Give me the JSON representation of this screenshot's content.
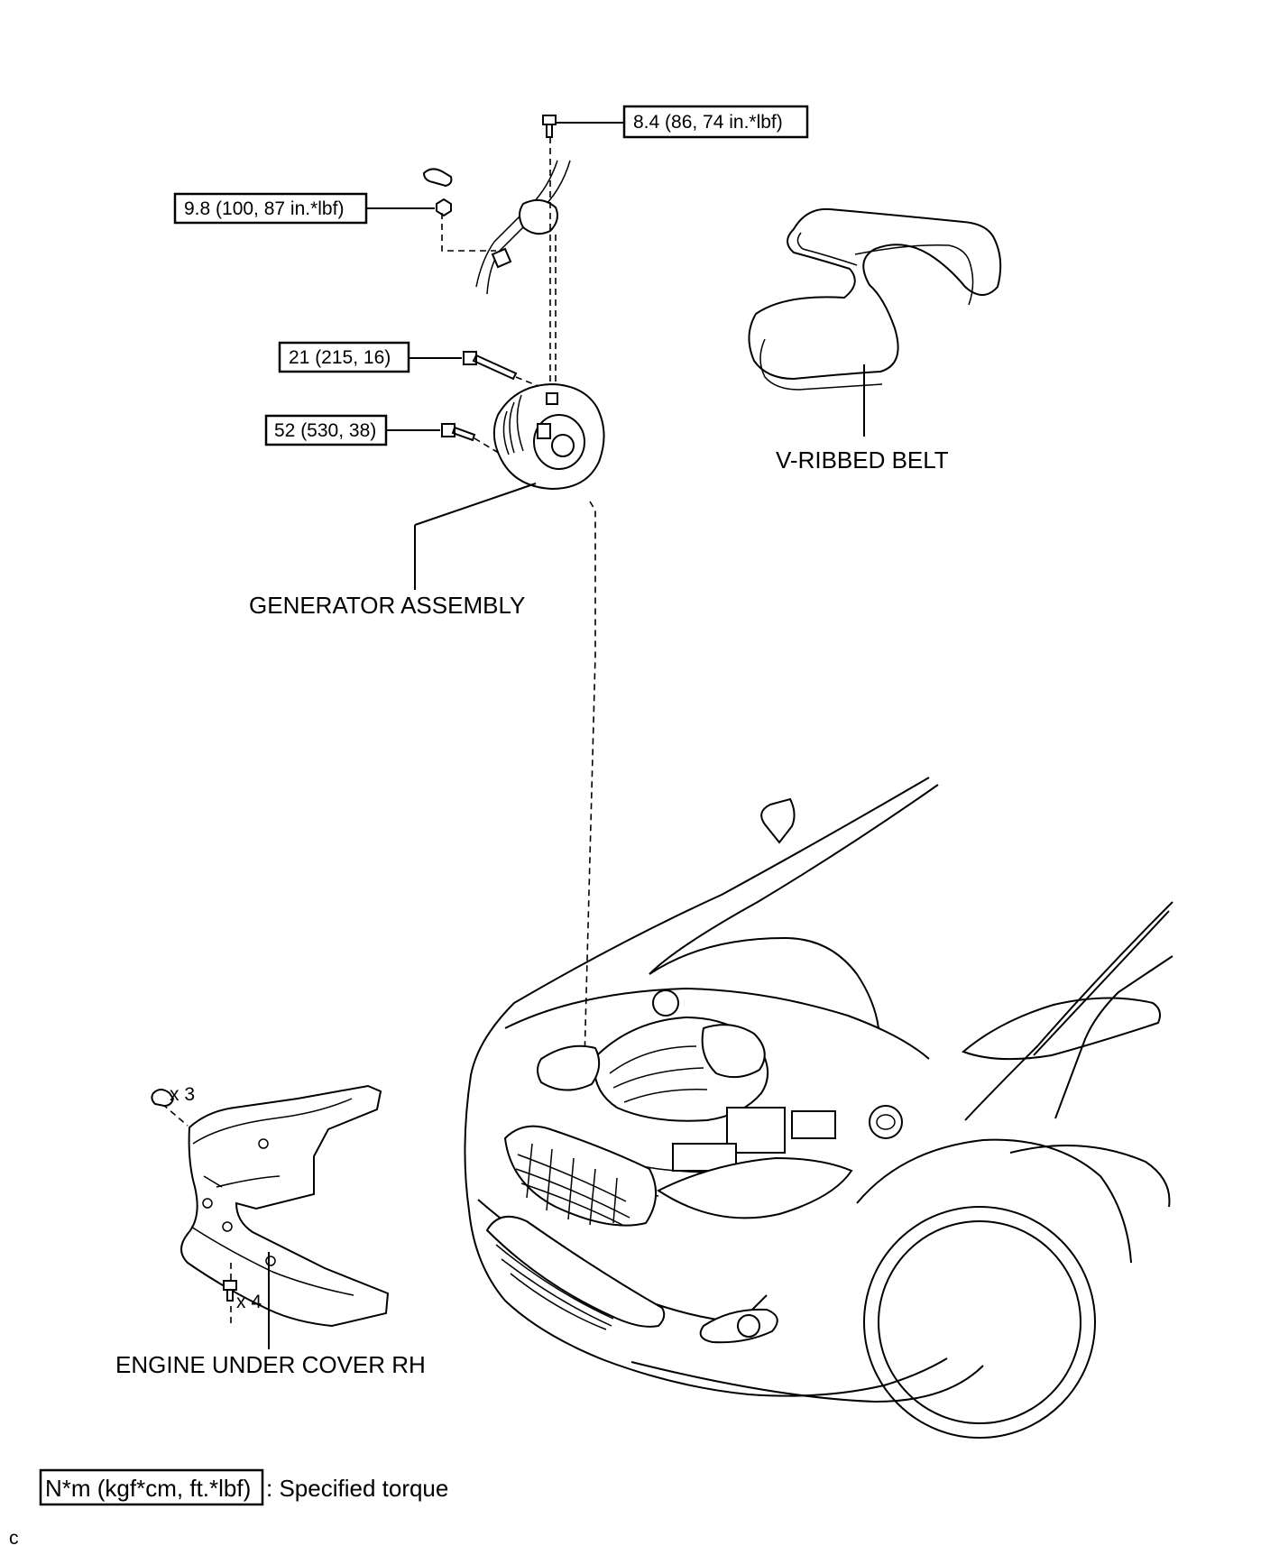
{
  "labels": {
    "generator": "GENERATOR ASSEMBLY",
    "belt": "V-RIBBED BELT",
    "under_cover": "ENGINE UNDER COVER RH"
  },
  "torque": {
    "t1": "8.4 (86, 74 in.*lbf)",
    "t2": "9.8 (100, 87 in.*lbf)",
    "t3": "21 (215, 16)",
    "t4": "52 (530, 38)"
  },
  "quantities": {
    "clips": "x 3",
    "bolts": "x 4"
  },
  "legend": {
    "boxed_text": "N*m (kgf*cm, ft.*lbf)",
    "description": ": Specified torque"
  },
  "corner_mark": "c"
}
